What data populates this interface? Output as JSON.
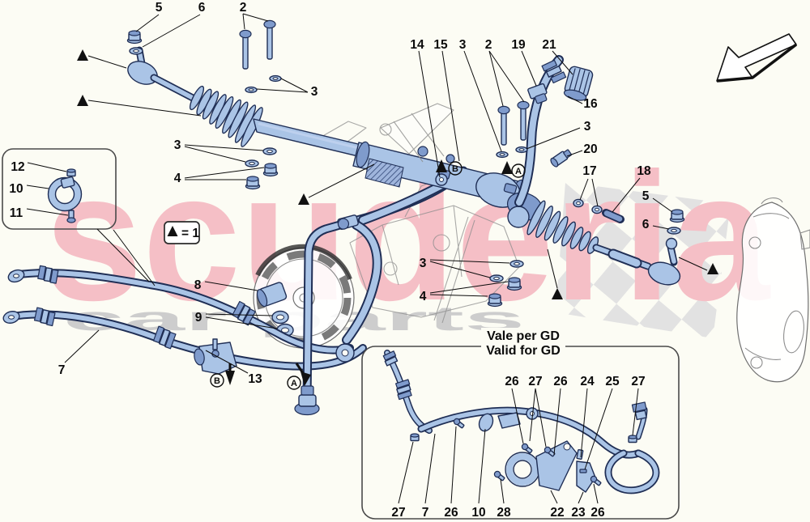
{
  "watermark": {
    "brand": "scuderia",
    "sub": "car parts"
  },
  "legend": {
    "symbol": "filled-triangle",
    "text": "= 1"
  },
  "icons": {
    "direction_arrow": "thick-down-left-arrow"
  },
  "markers": {
    "b_top": "B",
    "a_top": "A",
    "b_bottom": "B",
    "a_bottom": "A"
  },
  "callouts": {
    "top_left": [
      "5",
      "6",
      "2",
      "3"
    ],
    "left_mid": [
      "3",
      "4"
    ],
    "box_items": [
      "12",
      "10",
      "11"
    ],
    "top_center": [
      "14",
      "15",
      "3",
      "2",
      "19",
      "21"
    ],
    "right_col": [
      "16",
      "3",
      "20",
      "17",
      "18",
      "5",
      "6"
    ],
    "pump": [
      "8",
      "9"
    ],
    "mid": [
      "3",
      "4"
    ],
    "bottom_left": [
      "7",
      "13"
    ]
  },
  "inset": {
    "title_line1": "Vale per GD",
    "title_line2": "Valid for GD",
    "callouts_top": [
      "26",
      "27",
      "26",
      "24",
      "25",
      "27"
    ],
    "callouts_bottom": [
      "27",
      "7",
      "26",
      "10",
      "28",
      "22",
      "23",
      "26"
    ]
  },
  "colors": {
    "part_fill": "#aac4e6",
    "part_outline": "#1f2e55",
    "watermark_pink": "#f5bfc6",
    "watermark_gray": "#cdcdcd",
    "checker_gray": "#e2e2e2"
  }
}
